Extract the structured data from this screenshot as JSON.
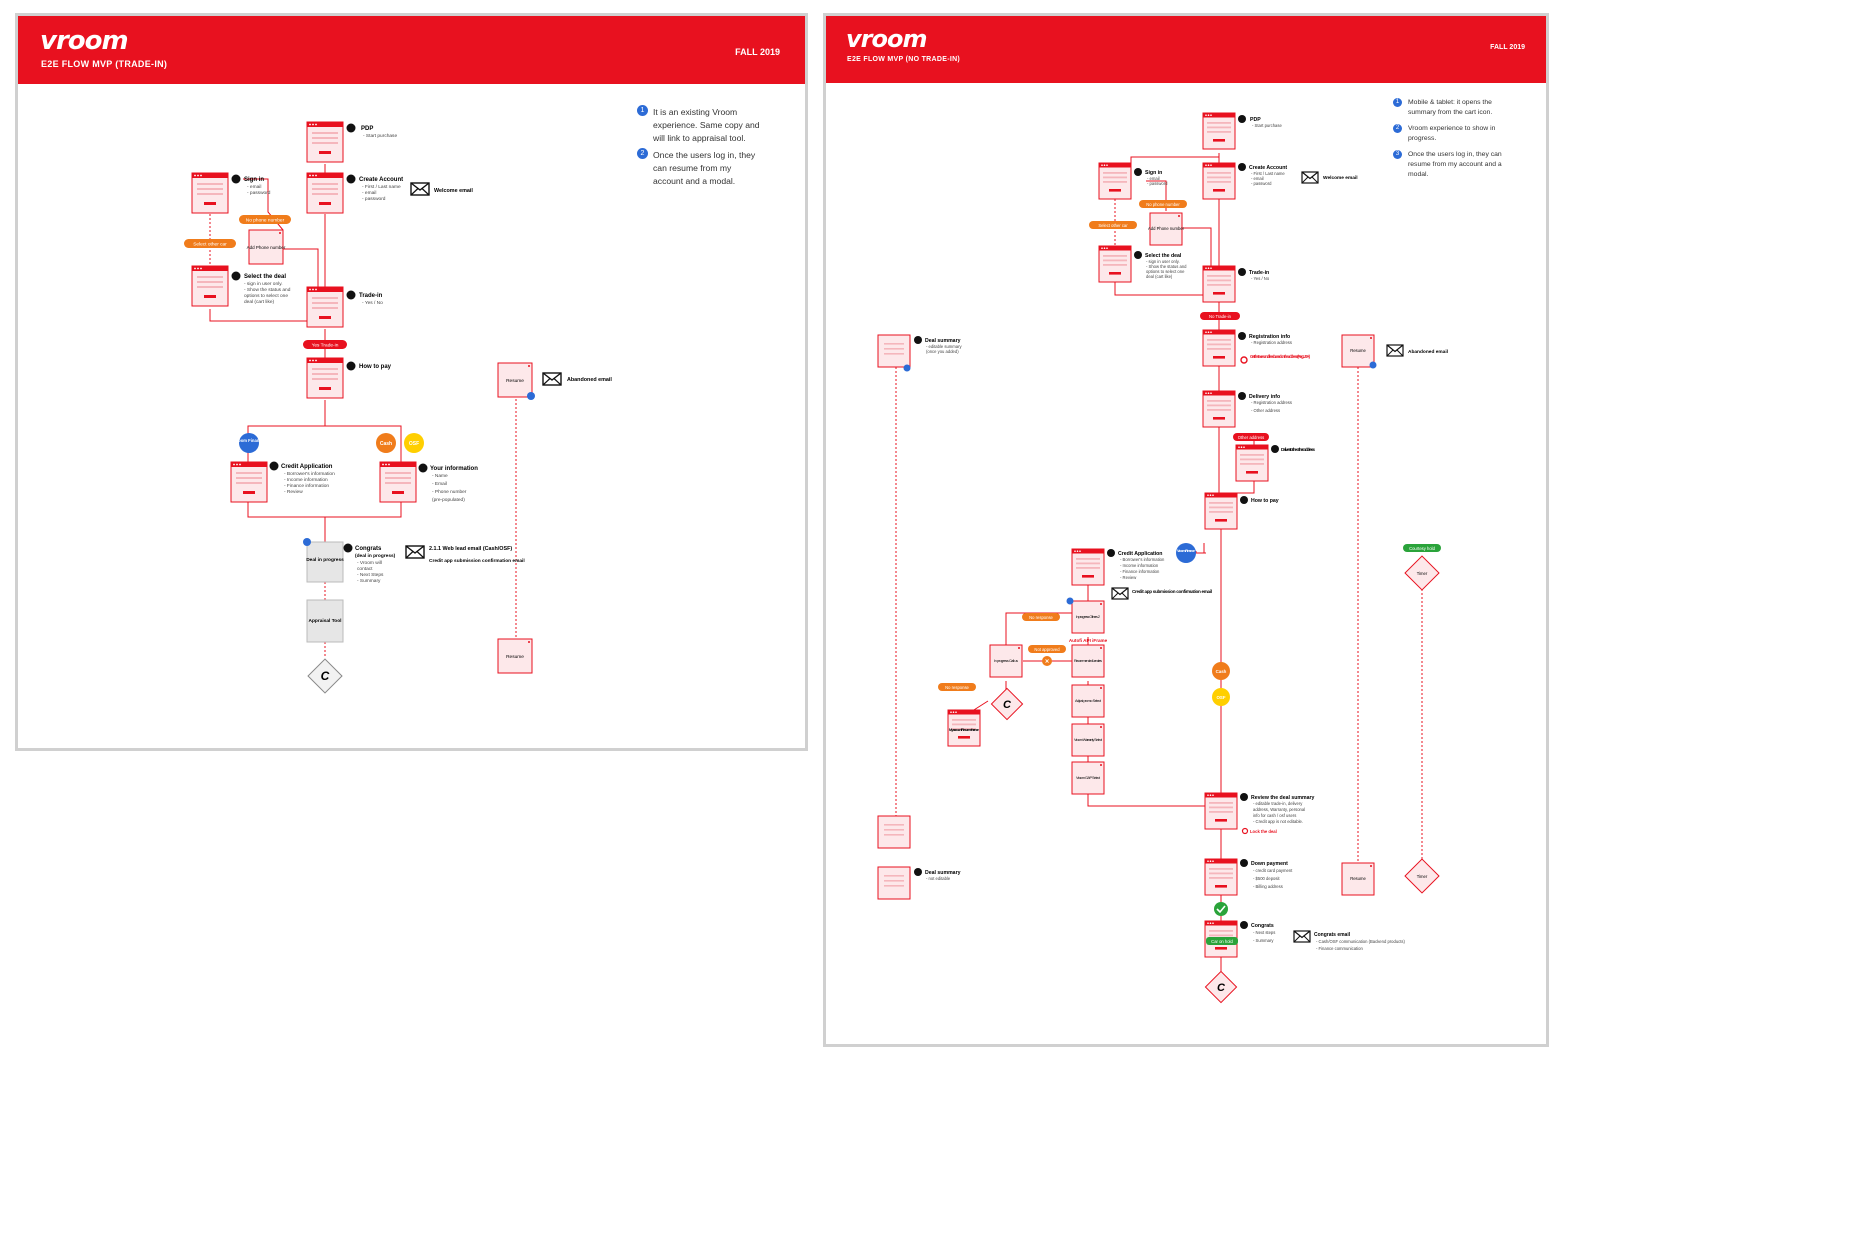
{
  "colors": {
    "brand": "#e8111f",
    "pill_orange": "#f07c1b",
    "finance_blue": "#2c6bd6",
    "osf_yellow": "#ffcf00",
    "success_green": "#2aa33a",
    "line": "#e8111f",
    "screen_fill": "#fde8ea"
  },
  "boards": [
    {
      "logo": "vroom",
      "subtitle": "E2E FLOW MVP (TRADE-IN)",
      "season": "FALL 2019",
      "notes": [
        {
          "num": "1",
          "text": "It is an existing Vroom experience. Same copy and will link to appraisal tool."
        },
        {
          "num": "2",
          "text": "Once the users log in, they can resume from my account and a modal."
        }
      ],
      "nodes": [
        {
          "key": "pdp",
          "num": "1",
          "title": "PDP",
          "details": [
            "- Start purchase"
          ]
        },
        {
          "key": "create",
          "num": "2.1",
          "title": "Create Account",
          "details": [
            "- First / Last name",
            "- email",
            "- password"
          ]
        },
        {
          "key": "welcome",
          "title": "Welcome email"
        },
        {
          "key": "signin",
          "num": "2.2",
          "title": "Sign in",
          "details": [
            "- email",
            "- password"
          ]
        },
        {
          "key": "nophone",
          "pill": "No phone number"
        },
        {
          "key": "addphone",
          "box": "Add Phone number"
        },
        {
          "key": "selectcar",
          "pill": "Select other car"
        },
        {
          "key": "selectdeal",
          "num": "2.3",
          "title": "Select the deal",
          "details": [
            "- sign in user only.",
            "- Show the status and",
            "  options to select one",
            "  deal (cart like)"
          ]
        },
        {
          "key": "tradein",
          "num": "3.0",
          "title": "Trade-in",
          "details": [
            "- Yes / No"
          ]
        },
        {
          "key": "yestrade",
          "pill": "Yes Trade-in"
        },
        {
          "key": "howpay",
          "num": "4.0",
          "title": "How to pay"
        },
        {
          "key": "vfin",
          "badge": "Vroom Finance"
        },
        {
          "key": "cash",
          "badge": "Cash"
        },
        {
          "key": "osf",
          "badge": "OSF"
        },
        {
          "key": "credit",
          "num": "5.1.0",
          "title": "Credit Application",
          "details": [
            "- Borrower's information",
            "- Income information",
            "- Finance information",
            "- Review"
          ]
        },
        {
          "key": "yourinfo",
          "num": "5.2",
          "title": "Your information",
          "details": [
            "- Name",
            "- Email",
            "- Phone number",
            "  (pre-populated)"
          ]
        },
        {
          "key": "congrats",
          "num": "6.0",
          "title": "Congrats",
          "details": [
            "(deal in progress)",
            "- Vroom will",
            "  contact",
            "- Next Steps",
            "- Summary"
          ],
          "screen": "Deal in progress"
        },
        {
          "key": "weblead",
          "title": "2.1.1 Web lead email (Cash/OSF)",
          "sub": "Credit app submission confirmation email"
        },
        {
          "key": "appraisal",
          "screen": "Appraisal Tool"
        },
        {
          "key": "resume1",
          "screen": "Resume"
        },
        {
          "key": "abandoned",
          "title": "Abandoned email"
        },
        {
          "key": "resume2",
          "screen": "Resume"
        }
      ]
    },
    {
      "logo": "vroom",
      "subtitle": "E2E FLOW MVP (NO TRADE-IN)",
      "season": "FALL 2019",
      "notes": [
        {
          "num": "1",
          "text": "Mobile & tablet: it opens the summary from the cart icon."
        },
        {
          "num": "2",
          "text": "Vroom experience to show in progress."
        },
        {
          "num": "3",
          "text": "Once the users log in, they can resume from my account and a modal."
        }
      ],
      "nodes": [
        {
          "key": "pdp",
          "num": "1",
          "title": "PDP",
          "details": [
            "- Start purchase"
          ]
        },
        {
          "key": "create",
          "num": "2.1",
          "title": "Create Account",
          "details": [
            "- First / Last name",
            "- email",
            "- password"
          ]
        },
        {
          "key": "welcome",
          "title": "Welcome email"
        },
        {
          "key": "signin",
          "num": "2.2",
          "title": "Sign in",
          "details": [
            "- email",
            "- password"
          ]
        },
        {
          "key": "nophone",
          "pill": "No phone number"
        },
        {
          "key": "addphone",
          "box": "Add Phone number"
        },
        {
          "key": "selectcar",
          "pill": "Select other car"
        },
        {
          "key": "selectdeal",
          "num": "2.3",
          "title": "Select the deal",
          "details": [
            "- sign in user only.",
            "- Show the status and",
            "  options to select one",
            "  deal (cart like)"
          ]
        },
        {
          "key": "tradein",
          "num": "3.0",
          "title": "Trade-in",
          "details": [
            "- Yes / No"
          ]
        },
        {
          "key": "notrade",
          "pill": "No Trade-in"
        },
        {
          "key": "dealsum1",
          "num": "2.3",
          "title": "Deal summary",
          "details": [
            "- editable summary",
            "  (once you added)"
          ]
        },
        {
          "key": "reginfo",
          "num": "4.0",
          "title": "Registration info",
          "details": [
            "- Registration address"
          ],
          "warn": "Get the taxes and fees based on the address (RegUSA)"
        },
        {
          "key": "resume1",
          "screen": "Resume"
        },
        {
          "key": "abandoned",
          "title": "Abandoned email"
        },
        {
          "key": "delivery",
          "num": "5.0",
          "title": "Delivery info",
          "details": [
            "- Registration address",
            "- Other address"
          ]
        },
        {
          "key": "otheraddr",
          "pill": "Other address"
        },
        {
          "key": "deliverother",
          "num": "5.1",
          "title": "Deliver to the other address"
        },
        {
          "key": "howpay",
          "num": "6.0",
          "title": "How to pay"
        },
        {
          "key": "credit",
          "num": "7.1.0",
          "title": "Credit Application",
          "details": [
            "- Borrower's information",
            "- Income information",
            "- Finance information",
            "- Review"
          ]
        },
        {
          "key": "vfin",
          "badge": "Vroom Finance"
        },
        {
          "key": "creditemail",
          "title": "Credit app submission confirmation email"
        },
        {
          "key": "courtesy",
          "pill": "Courtesy hold"
        },
        {
          "key": "timer1",
          "screen": "Timer"
        },
        {
          "key": "inprog1",
          "screen": "In progress Others 2"
        },
        {
          "key": "noresp1",
          "pill": "No response"
        },
        {
          "key": "autofi",
          "title": "Autofi API iFrame"
        },
        {
          "key": "notappr",
          "pill": "Not approved"
        },
        {
          "key": "inprog2",
          "screen": "In progress Call us"
        },
        {
          "key": "reclend",
          "screen": "Recommended Lenders"
        },
        {
          "key": "noresp2",
          "pill": "No response"
        },
        {
          "key": "adjust",
          "screen": "Adjust promo Select"
        },
        {
          "key": "myaccount",
          "screen": "My account Resume finance"
        },
        {
          "key": "warranty",
          "screen": "Vroom Warranty Select"
        },
        {
          "key": "gap",
          "screen": "Vroom GAP Select"
        },
        {
          "key": "cash",
          "badge": "Cash"
        },
        {
          "key": "osf",
          "badge": "OSF"
        },
        {
          "key": "review",
          "num": "8.0",
          "title": "Review the deal summary",
          "details": [
            "- editable trade-in, delivery",
            "  address, Warranty, personal",
            "  info for cash / osf users",
            "- Credit app is not editable."
          ],
          "warn": "Lock the deal"
        },
        {
          "key": "dealsum2",
          "num": "8.1",
          "title": "Deal summary",
          "details": [
            "- not editable"
          ]
        },
        {
          "key": "downpay",
          "num": "9.0",
          "title": "Down payment",
          "details": [
            "- credit card payment",
            "- $500 deposit",
            "- Billing address"
          ]
        },
        {
          "key": "resume2",
          "screen": "Resume"
        },
        {
          "key": "timer2",
          "screen": "Timer"
        },
        {
          "key": "congrats",
          "num": "10",
          "title": "Congrats",
          "details": [
            "- Next steps",
            "- Summary"
          ]
        },
        {
          "key": "caronhold",
          "pill": "Car on hold"
        },
        {
          "key": "congratsemail",
          "title": "Congrats email",
          "details": [
            "- Cash/OSF communication (Backend products)",
            "- Finance communication"
          ]
        }
      ]
    }
  ]
}
